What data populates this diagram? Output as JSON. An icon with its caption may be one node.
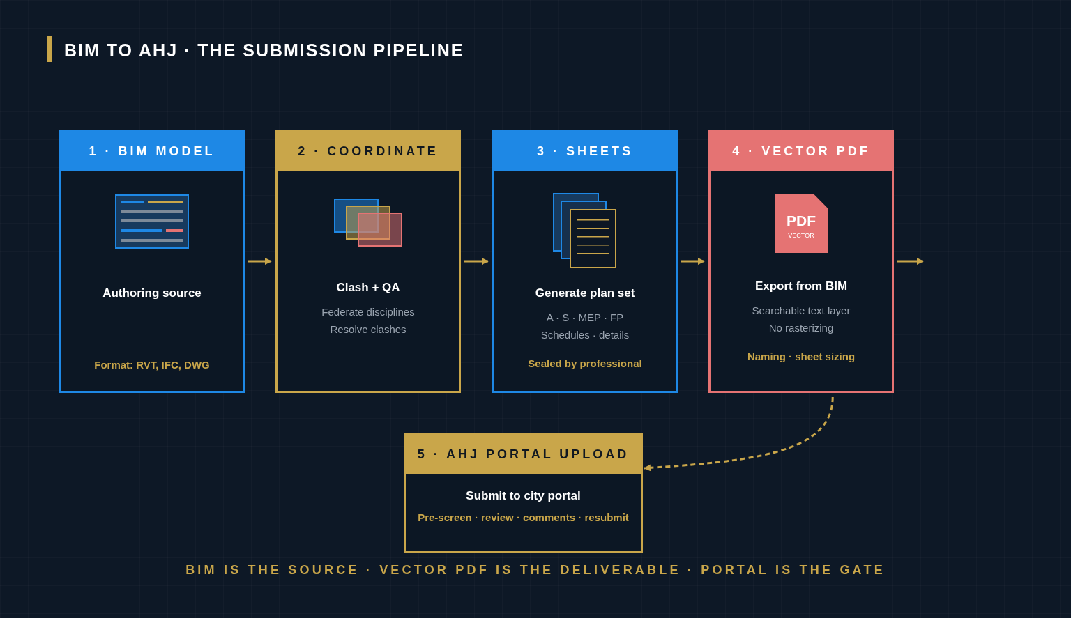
{
  "diagram": {
    "title": "BIM TO AHJ · THE SUBMISSION PIPELINE",
    "caption": "BIM IS THE SOURCE · VECTOR PDF IS THE DELIVERABLE · PORTAL IS THE GATE",
    "nodes": [
      {
        "text": [
          "1 · BIM MODEL",
          "Authoring source",
          "Format: RVT, IFC, DWG"
        ]
      },
      {
        "text": [
          "2 · COORDINATE",
          "Clash + QA",
          "Federate disciplines",
          "Resolve clashes"
        ]
      },
      {
        "text": [
          "3 · SHEETS",
          "Generate plan set",
          "A · S · MEP · FP",
          "Schedules · details",
          "Sealed by professional"
        ]
      },
      {
        "text": [
          "4 · VECTOR PDF",
          "Export from BIM",
          "Searchable text layer",
          "No rasterizing",
          "Naming · sheet sizing"
        ]
      },
      {
        "text": [
          "5 · AHJ PORTAL UPLOAD",
          "Submit to city portal",
          "Pre-screen · review · comments · resubmit"
        ]
      }
    ],
    "edges": [
      {
        "from": 0,
        "to": 1,
        "arrow": "to"
      },
      {
        "from": 1,
        "to": 2,
        "arrow": "to"
      },
      {
        "from": 2,
        "to": 3,
        "arrow": "to"
      },
      {
        "from": 3,
        "to": null,
        "arrow": "to"
      },
      {
        "from": 3,
        "to": 4,
        "arrow": "to",
        "style": "dashed"
      }
    ],
    "labels": [
      "PDF",
      "VECTOR"
    ]
  }
}
